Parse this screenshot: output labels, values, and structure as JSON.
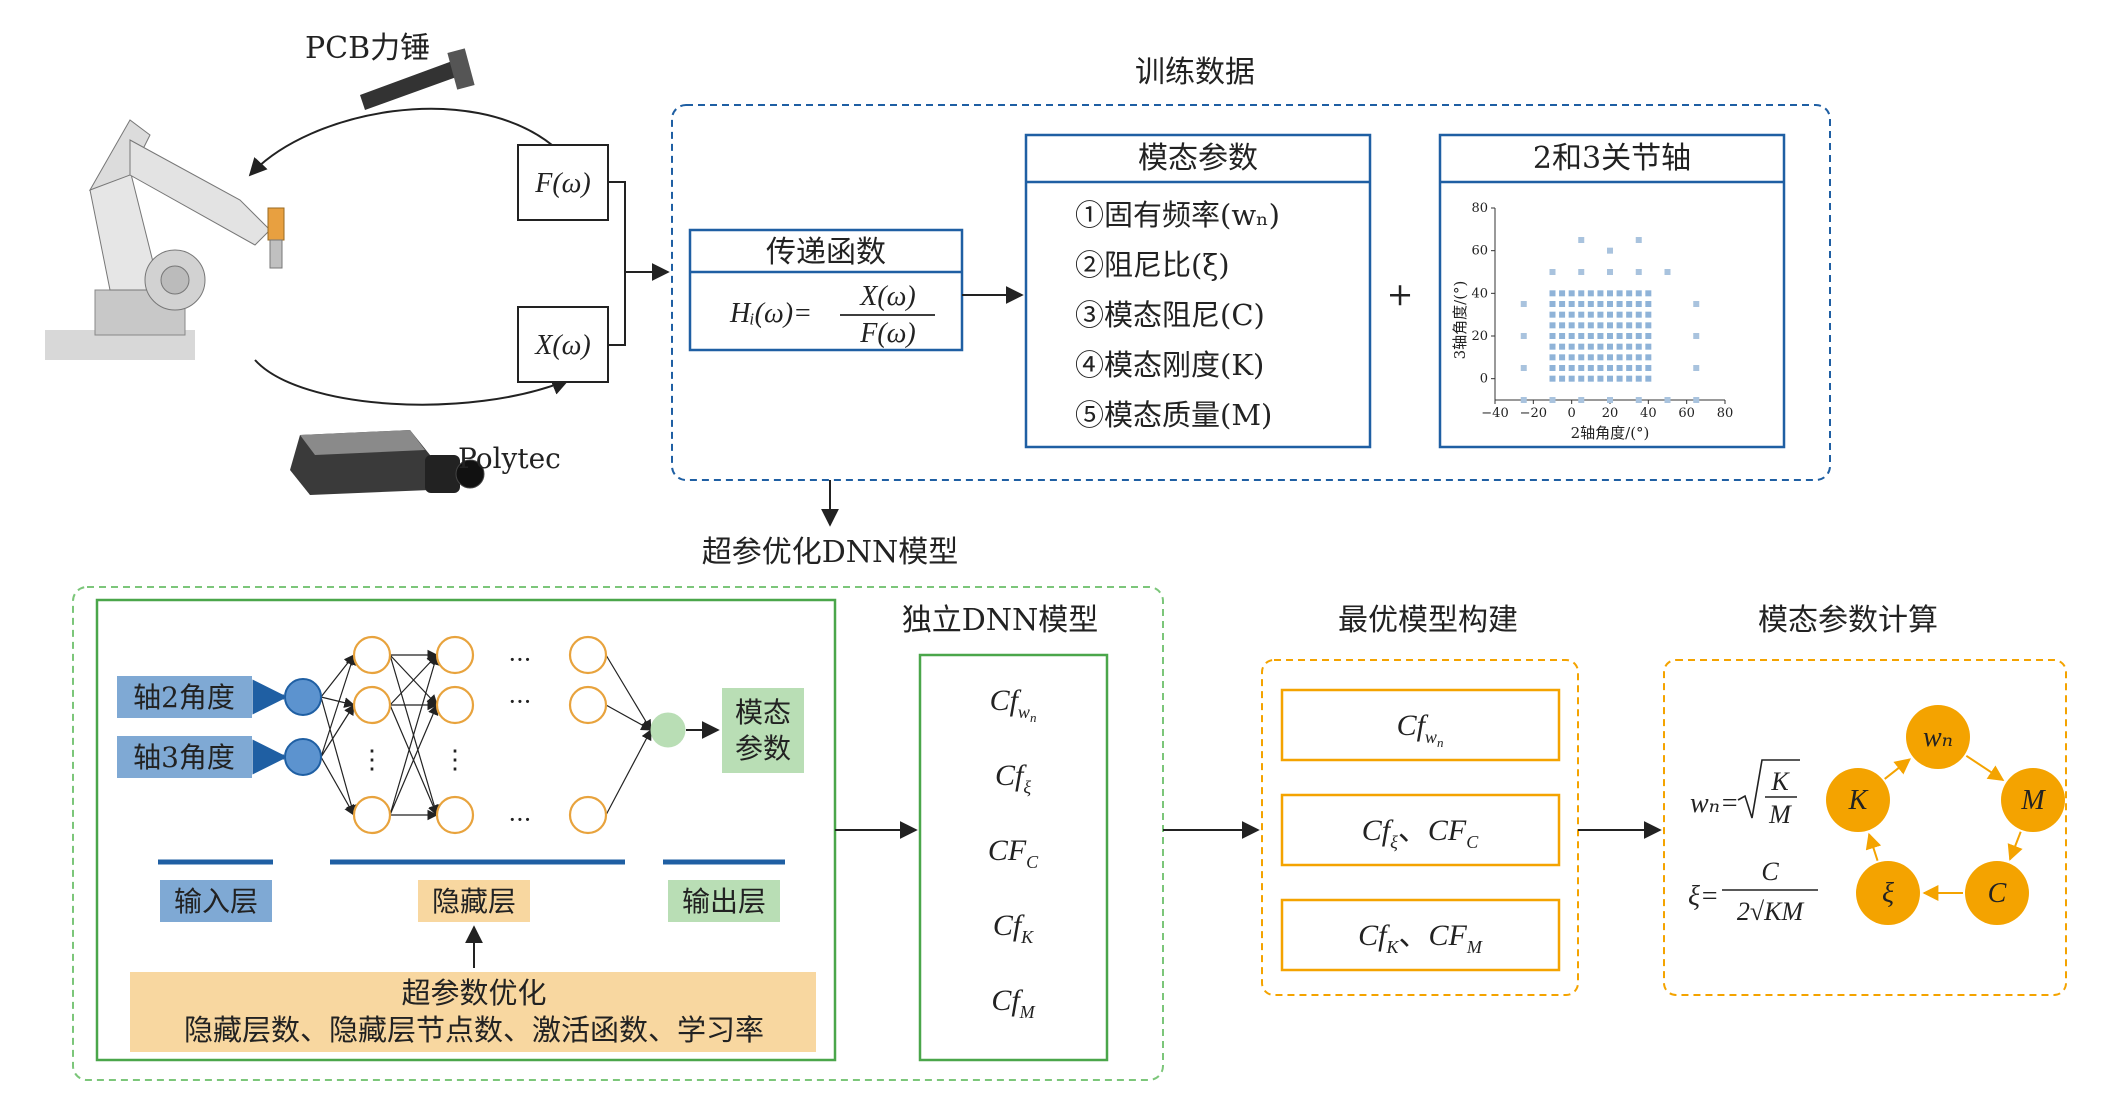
{
  "top": {
    "hammer_label": "PCB力锤",
    "sensor_label": "Polytec",
    "force_label": "F(ω)",
    "disp_label": "X(ω)",
    "training_title": "训练数据"
  },
  "transfer": {
    "title": "传递函数",
    "lhs": "Hᵢ(ω)=",
    "num": "X(ω)",
    "den": "F(ω)"
  },
  "modal": {
    "title": "模态参数",
    "items": [
      "①固有频率(wₙ)",
      "②阻尼比(ξ)",
      "③模态阻尼(C)",
      "④模态刚度(K)",
      "⑤模态质量(M)"
    ]
  },
  "plus": "+",
  "axis_plot": {
    "title": "2和3关节轴",
    "xlabel": "2轴角度/(°)",
    "ylabel": "3轴角度/(°)",
    "xticks": [
      "−40",
      "−20",
      "0",
      "20",
      "40",
      "60",
      "80"
    ],
    "yticks": [
      "0",
      "20",
      "40",
      "60",
      "80"
    ]
  },
  "chart_data": {
    "type": "scatter",
    "title": "2和3关节轴",
    "xlabel": "2轴角度/(°)",
    "ylabel": "3轴角度/(°)",
    "xlim": [
      -40,
      80
    ],
    "ylim": [
      -10,
      80
    ],
    "grid": false,
    "series": [
      {
        "points": [
          [
            -25,
            -10
          ],
          [
            -10,
            -10
          ],
          [
            5,
            -10
          ],
          [
            20,
            -10
          ],
          [
            35,
            -10
          ],
          [
            50,
            -10
          ],
          [
            65,
            -10
          ],
          [
            -25,
            5
          ],
          [
            65,
            5
          ],
          [
            -25,
            20
          ],
          [
            65,
            20
          ],
          [
            -25,
            35
          ],
          [
            65,
            35
          ],
          [
            -10,
            50
          ],
          [
            5,
            50
          ],
          [
            20,
            50
          ],
          [
            35,
            50
          ],
          [
            50,
            50
          ],
          [
            5,
            65
          ],
          [
            35,
            65
          ],
          [
            20,
            60
          ]
        ]
      }
    ]
  },
  "dnn": {
    "title": "超参优化DNN模型",
    "input1": "轴2角度",
    "input2": "轴3角度",
    "output": [
      "模态",
      "参数"
    ],
    "input_layer": "输入层",
    "hidden_layer": "隐藏层",
    "output_layer": "输出层",
    "hyper_title": "超参数优化",
    "hyper_items": "隐藏层数、隐藏层节点数、激活函数、学习率",
    "dots": "···",
    "vdots": "⋮"
  },
  "independent": {
    "title": "独立DNN模型",
    "items": [
      "Cf_wn",
      "Cf_ξ",
      "CF_C",
      "Cf_K",
      "Cf_M"
    ]
  },
  "optimal": {
    "title": "最优模型构建",
    "boxes": [
      "Cf_wn",
      "Cf_ξ、CF_C",
      "Cf_K、CF_M"
    ]
  },
  "calc": {
    "title": "模态参数计算",
    "nodes": [
      "wₙ",
      "M",
      "C",
      "ξ",
      "K"
    ],
    "formula1_lhs": "wₙ=",
    "formula1_num": "K",
    "formula1_den": "M",
    "formula2_lhs": "ξ=",
    "formula2_num": "C",
    "formula2_den": "2√KM"
  },
  "colors": {
    "blue_border": "#1f5fa3",
    "green_dash": "#7cc67a",
    "green_border": "#4aa64a",
    "orange": "#f4a300",
    "orange_light": "#f9d59a",
    "blue_box": "#7fa9d4",
    "green_box": "#b9deb5",
    "orange_box": "#f8d7a0",
    "node_ring": "#e8a33d"
  }
}
